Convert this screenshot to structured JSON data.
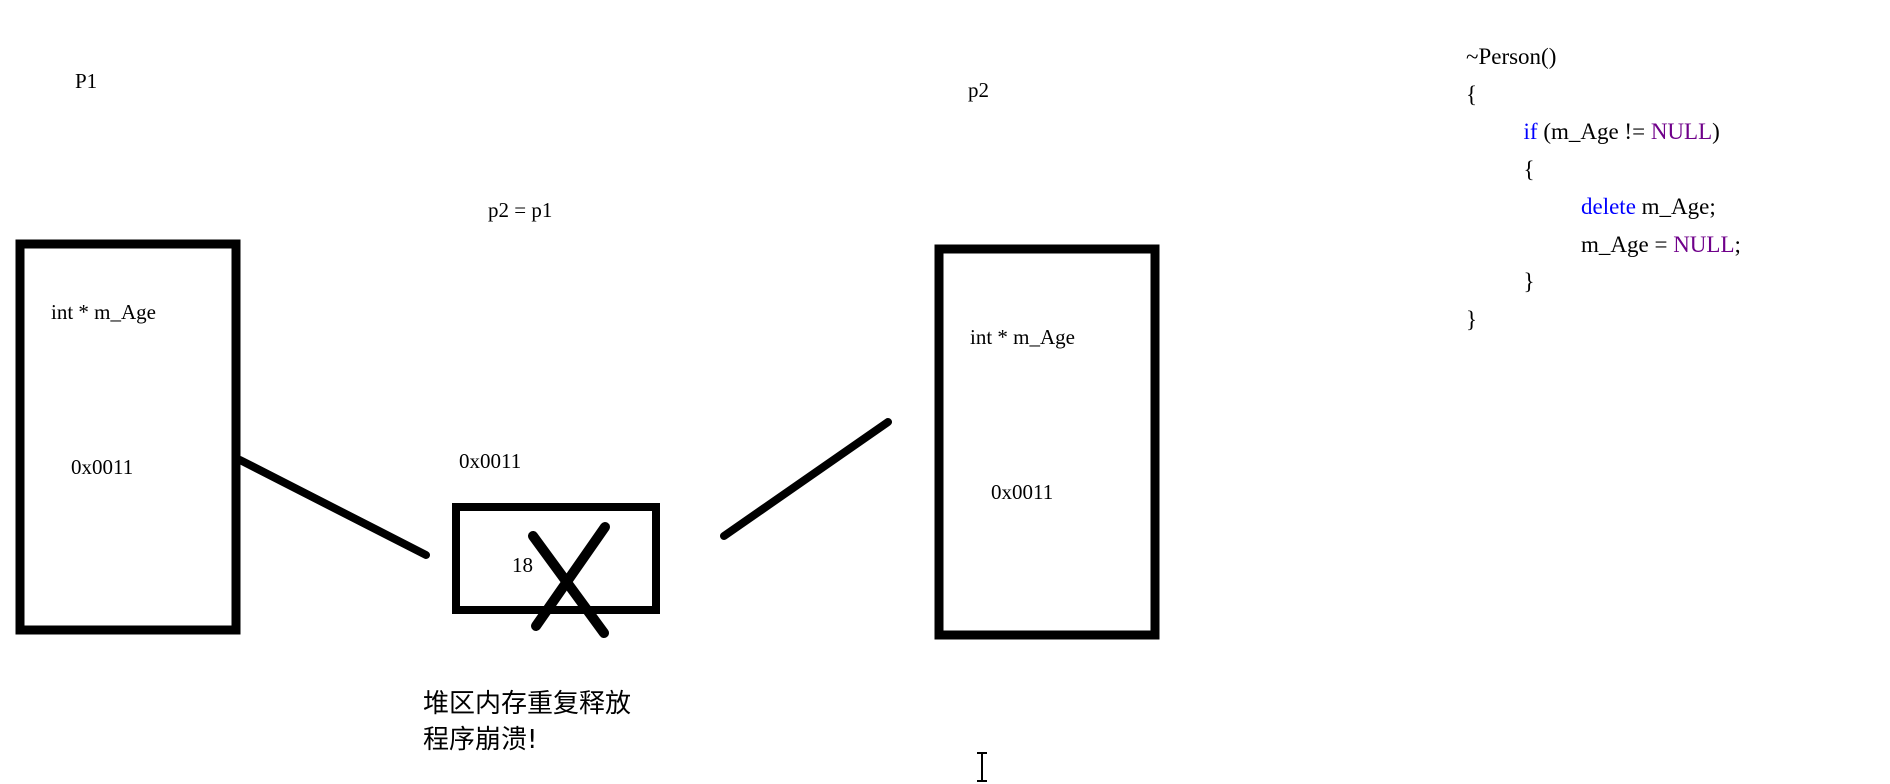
{
  "labels": {
    "p1": "P1",
    "p2": "p2",
    "assign": "p2 = p1",
    "p1_member": "int * m_Age",
    "p1_addr": "0x0011",
    "heap_addr": "0x0011",
    "heap_value": "18",
    "p2_member": "int * m_Age",
    "p2_addr": "0x0011"
  },
  "note": {
    "line1": "堆区内存重复释放",
    "line2": "程序崩溃!"
  },
  "code": {
    "l1": "~Person()",
    "l2": "{",
    "l3_kw": "if",
    "l3_mid": " (m_Age != ",
    "l3_mac": "NULL",
    "l3_end": ")",
    "l4": "{",
    "l5_kw": "delete",
    "l5_rest": " m_Age;",
    "l6_pre": "m_Age = ",
    "l6_mac": "NULL",
    "l6_end": ";",
    "l7": "}",
    "l8": "}"
  },
  "colors": {
    "keyword": "#0000ff",
    "macro": "#6f008a",
    "ink": "#000000"
  },
  "icons": {
    "cursor": "text-cursor-icon"
  }
}
